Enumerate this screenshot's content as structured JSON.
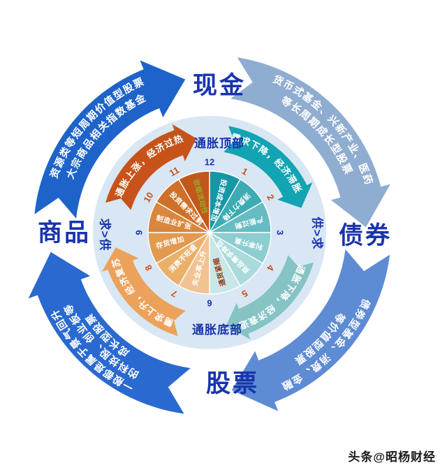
{
  "corner_labels": {
    "top": "现金",
    "right": "债券",
    "bottom": "股票",
    "left": "商品"
  },
  "ring_labels": {
    "top": "通胀顶部",
    "right": "供>求",
    "bottom": "通胀底部",
    "left": "求>供"
  },
  "clock_numbers": [
    "12",
    "1",
    "2",
    "3",
    "4",
    "5",
    "6",
    "7",
    "8",
    "9",
    "10",
    "11"
  ],
  "wheel": {
    "sectors": [
      {
        "label": "投资成本增加",
        "color": "#1697a5",
        "text_color": "#ffffff"
      },
      {
        "label": "消费力下降",
        "color": "#3dabb3",
        "text_color": "#ffffff"
      },
      {
        "label": "产能过剩",
        "color": "#66bcc2",
        "text_color": "#ffffff"
      },
      {
        "label": "利率升高",
        "color": "#8ccdd1",
        "text_color": "#ffffff"
      },
      {
        "label": "商品需求降低",
        "color": "#abdadc",
        "text_color": "#ffffff"
      },
      {
        "label": "通货紧缩",
        "color": "#c8e7e8",
        "text_color": "#9c3412"
      },
      {
        "label": "失业率上升",
        "color": "#f1c392",
        "text_color": "#ffffff"
      },
      {
        "label": "消费不旺盛",
        "color": "#eab06a",
        "text_color": "#ffffff"
      },
      {
        "label": "存货增加",
        "color": "#e29a51",
        "text_color": "#ffffff"
      },
      {
        "label": "制造业扩张",
        "color": "#d9873e",
        "text_color": "#ffffff"
      },
      {
        "label": "投资需求过剩",
        "color": "#cf7029",
        "text_color": "#ffffff"
      },
      {
        "label": "收缩流动性",
        "color": "#c3571b",
        "text_color": "#98a826"
      }
    ]
  },
  "quadrant_arrows": [
    {
      "id": "overheat",
      "label": "通胀上涨，经济过热",
      "color": "#c7531a"
    },
    {
      "id": "stagflation",
      "label": "需求下降，经济滞胀",
      "color": "#12a4b2"
    },
    {
      "id": "recession",
      "label": "通胀下降，经济衰退",
      "color": "#85c3c5"
    },
    {
      "id": "recovery",
      "label": "需求上升，经济复苏",
      "color": "#eca25a"
    }
  ],
  "outer_arrows": [
    {
      "id": "commodities-to-cash",
      "lines": [
        "资源类等短周期价值型股票",
        "大宗商品相关指数基金",
        ""
      ],
      "color": "#1d63c9"
    },
    {
      "id": "cash-to-bonds",
      "lines": [
        "货币式基金、兴新产业、医药",
        "等长周期成长型股票",
        ""
      ],
      "color": "#8fadd0"
    },
    {
      "id": "bonds-to-stocks",
      "lines": [
        "债券型基金、消费、金融",
        "等价值型股票",
        ""
      ],
      "color": "#5d8bd4"
    },
    {
      "id": "stocks-to-commodities",
      "lines": [
        "一般都是属于景气回升",
        "的科技股、创业板等",
        "成长型股票"
      ],
      "color": "#2a69d0"
    }
  ],
  "watermark": "头条@昭杨财经",
  "colors": {
    "background": "#ffffff",
    "disc": "#d9e7f4",
    "label_navy": "#1934ad",
    "arrow_text": "#ffffff",
    "clock_number": "#c4511a",
    "clock_number_cardinal": "#1934ad"
  }
}
